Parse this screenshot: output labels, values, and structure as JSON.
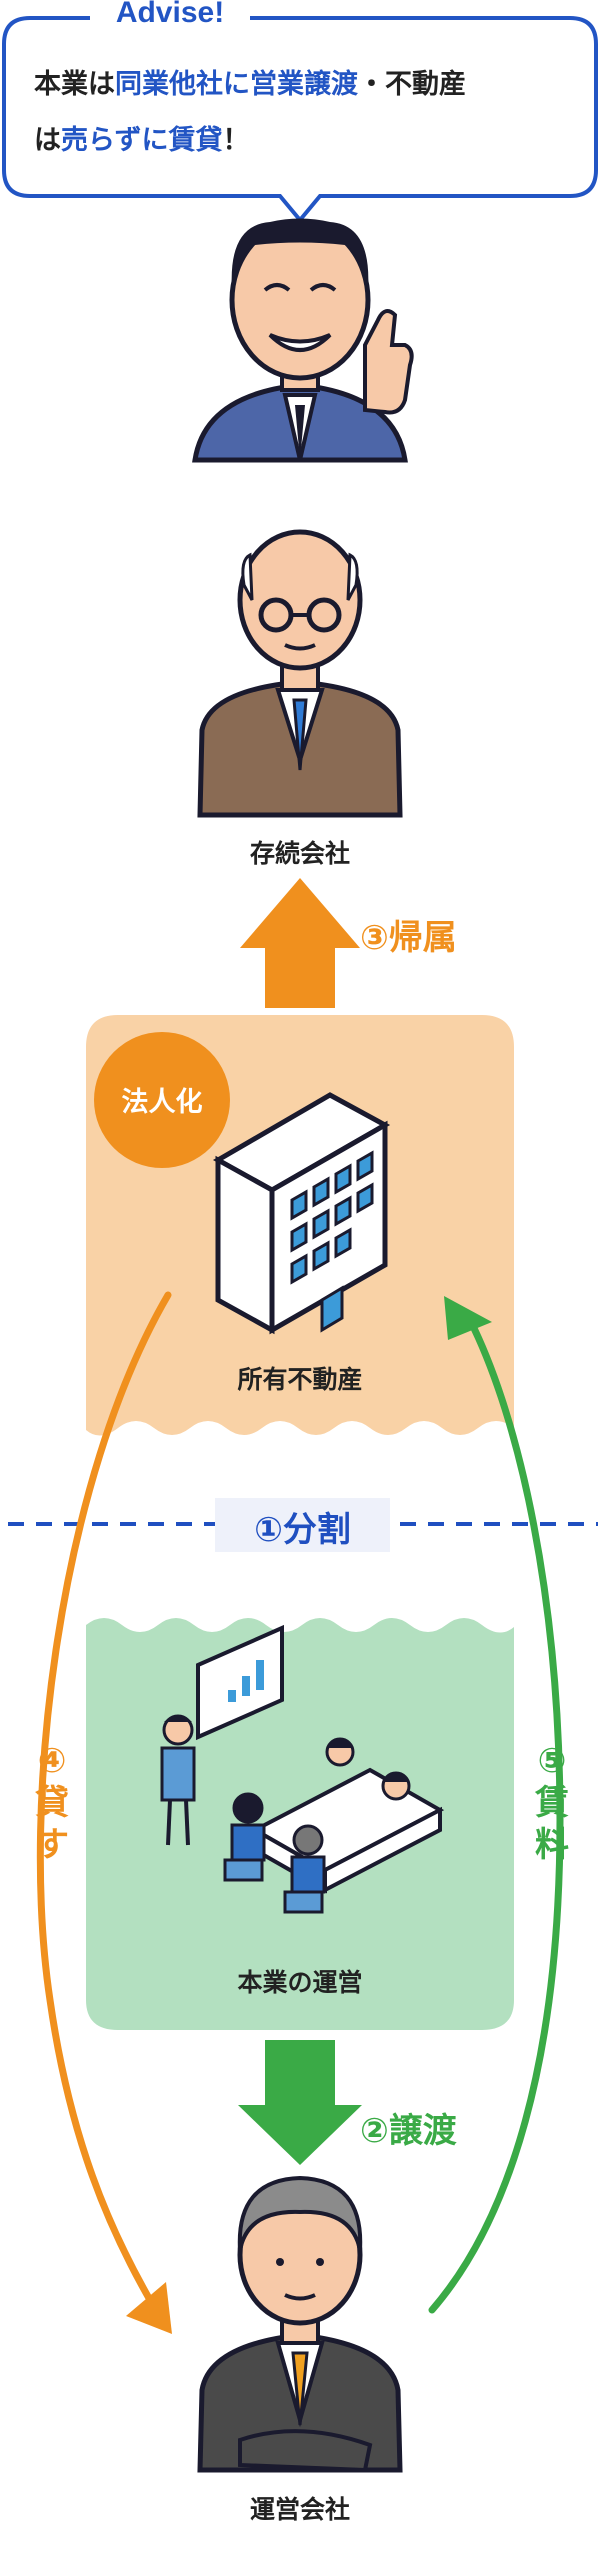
{
  "advise": {
    "title": "Advise!",
    "line1_a": "本業は",
    "line1_b": "同業他社に営業譲渡",
    "line1_c": "・不動産",
    "line2_a": "は",
    "line2_b": "売らずに賃貸",
    "line2_c": "！"
  },
  "nodes": {
    "surviving_company": "存続会社",
    "real_estate": "所有不動産",
    "incorporate_badge": "法人化",
    "core_business": "本業の運営",
    "operating_company": "運営会社"
  },
  "steps": {
    "split": "①分割",
    "transfer": "②譲渡",
    "attribution": "③帰属",
    "lend_num": "④",
    "lend_1": "貸",
    "lend_2": "す",
    "rent_num": "⑤",
    "rent_1": "賃",
    "rent_2": "料"
  },
  "colors": {
    "blue": "#2255c4",
    "orange": "#f0901e",
    "green": "#3aaa46",
    "peach_panel": "#f9d2a6",
    "mint_panel": "#b3e0c0"
  }
}
